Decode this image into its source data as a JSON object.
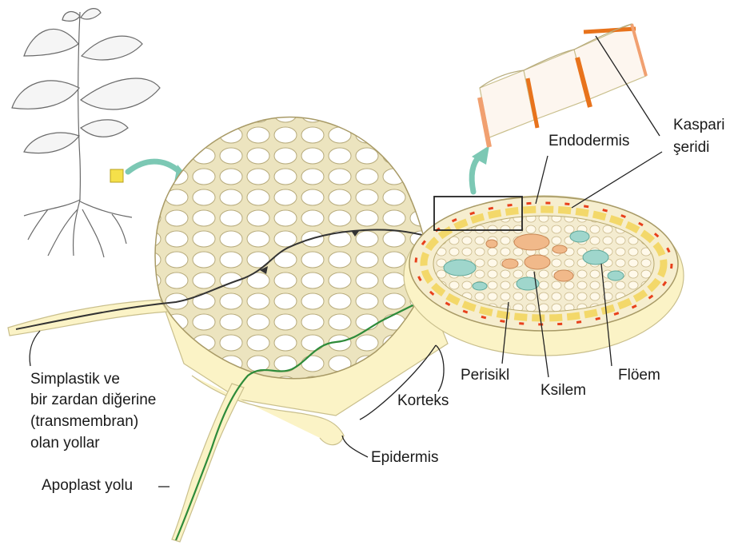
{
  "labels": {
    "endodermis": "Endodermis",
    "kaspari_line1": "Kaspari",
    "kaspari_line2": "şeridi",
    "perisikl": "Perisikl",
    "ksilem": "Ksilem",
    "floem": "Flöem",
    "korteks": "Korteks",
    "epidermis": "Epidermis",
    "simplastik_line1": "Simplastik ve",
    "simplastik_line2": "bir zardan diğerine",
    "simplastik_line3": "(transmembran)",
    "simplastik_line4": "olan yollar",
    "apoplast": "Apoplast yolu"
  },
  "colors": {
    "cell_wall": "#e8dfb6",
    "epidermis": "#fbf3c6",
    "casparian": "#e8401c",
    "endodermis_cell": "#f3d86a",
    "xylem": "#f1b98a",
    "phloem": "#9fd6cc",
    "apoplast_path": "#2e8b3a",
    "symplast_path": "#333333",
    "arrow": "#7cc8b4",
    "highlight": "#f5e04a"
  }
}
